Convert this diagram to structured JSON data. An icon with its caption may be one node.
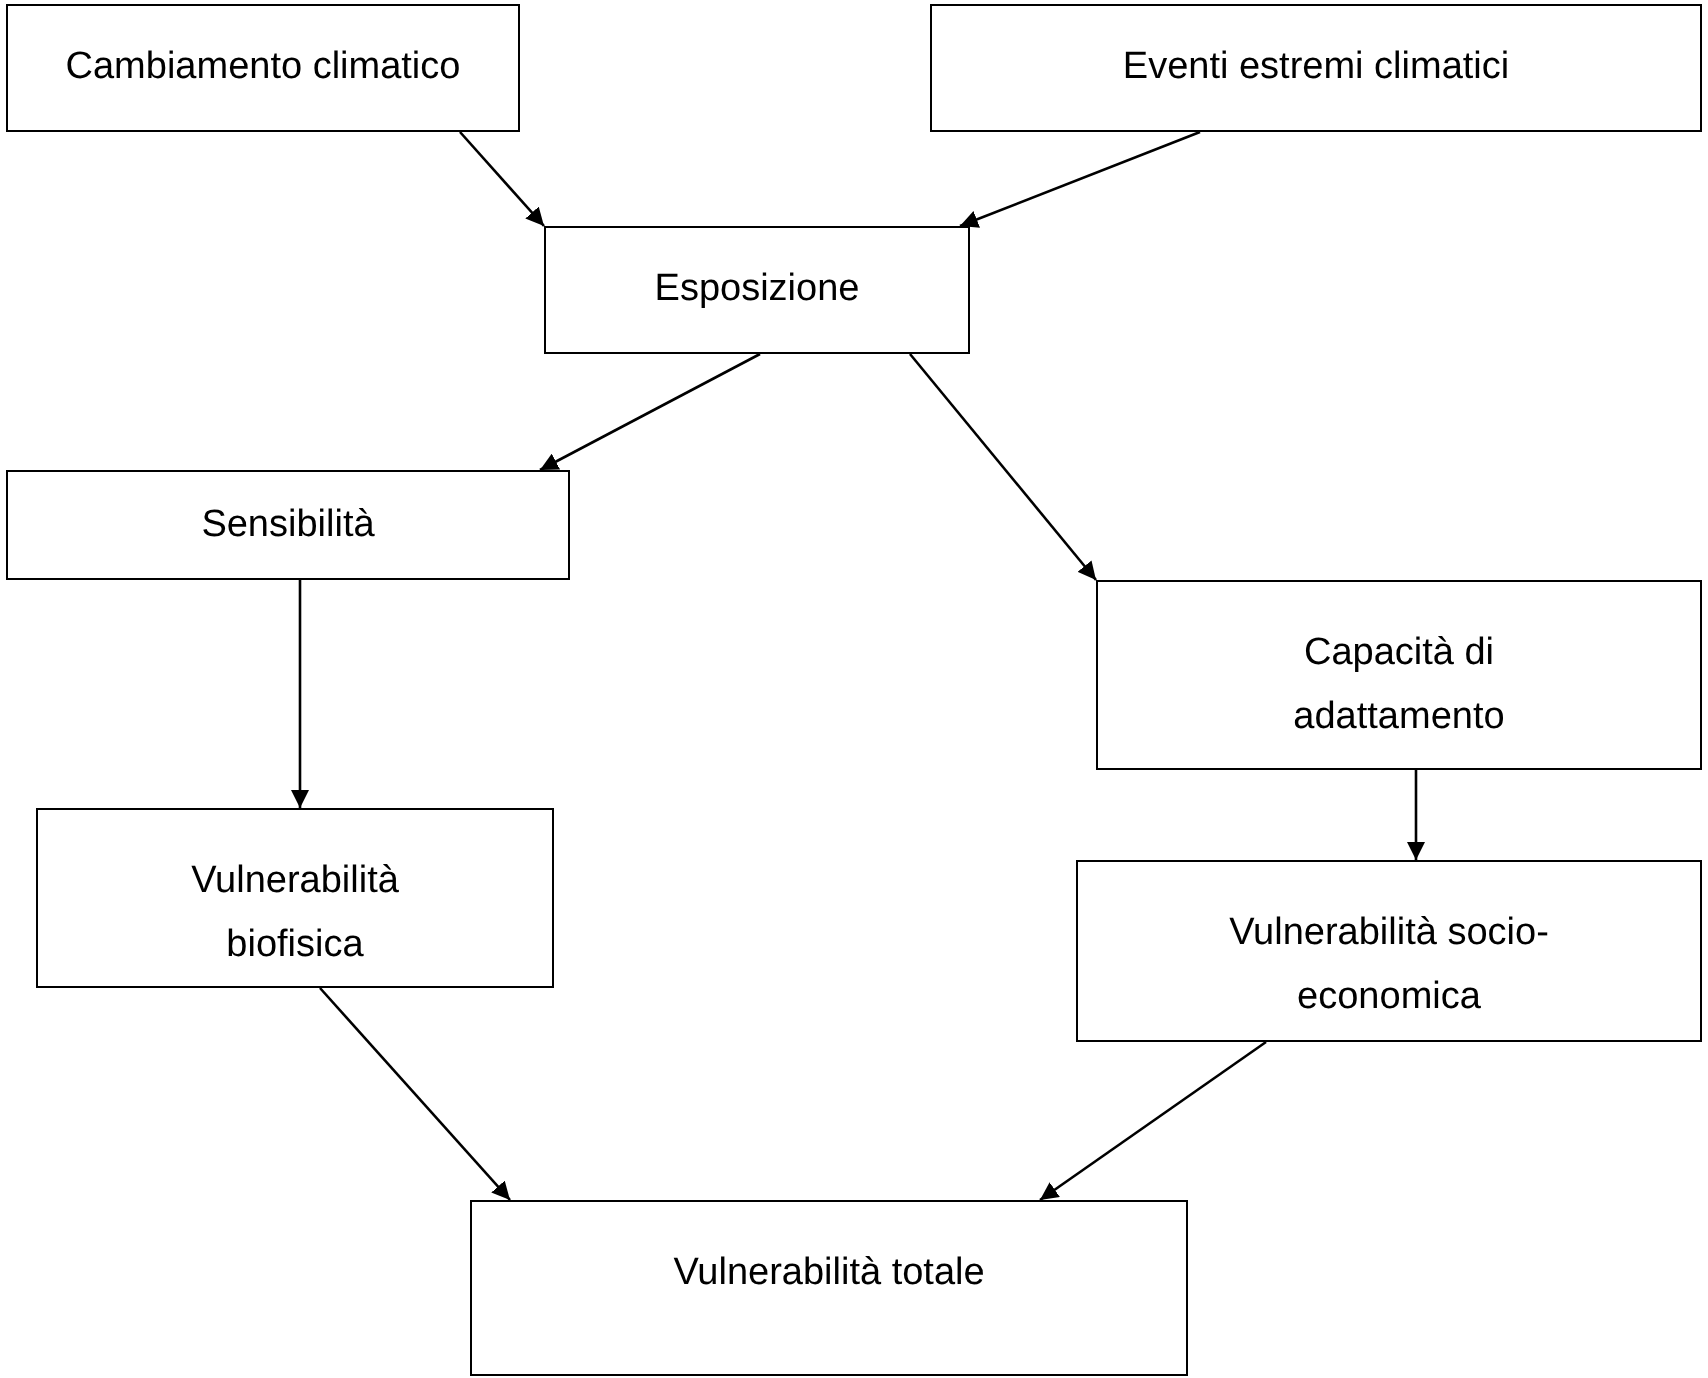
{
  "diagram": {
    "nodes": [
      {
        "text": [
          "Cambiamento climatico"
        ]
      },
      {
        "text": [
          "Eventi estremi climatici"
        ]
      },
      {
        "text": [
          "Esposizione"
        ]
      },
      {
        "text": [
          "Sensibilità"
        ]
      },
      {
        "text": [
          "Capacità di adattamento"
        ]
      },
      {
        "text": [
          "Vulnerabilità biofisica"
        ]
      },
      {
        "text": [
          "Vulnerabilità socio-economica"
        ]
      },
      {
        "text": [
          "Vulnerabilità totale"
        ]
      }
    ],
    "edges": [
      {
        "from": 0,
        "to": 2,
        "arrow": "to"
      },
      {
        "from": 1,
        "to": 2,
        "arrow": "to"
      },
      {
        "from": 2,
        "to": 3,
        "arrow": "to"
      },
      {
        "from": 2,
        "to": 4,
        "arrow": "to"
      },
      {
        "from": 3,
        "to": 5,
        "arrow": "to"
      },
      {
        "from": 4,
        "to": 6,
        "arrow": "to"
      },
      {
        "from": 5,
        "to": 7,
        "arrow": "to"
      },
      {
        "from": 6,
        "to": 7,
        "arrow": "to"
      }
    ]
  }
}
